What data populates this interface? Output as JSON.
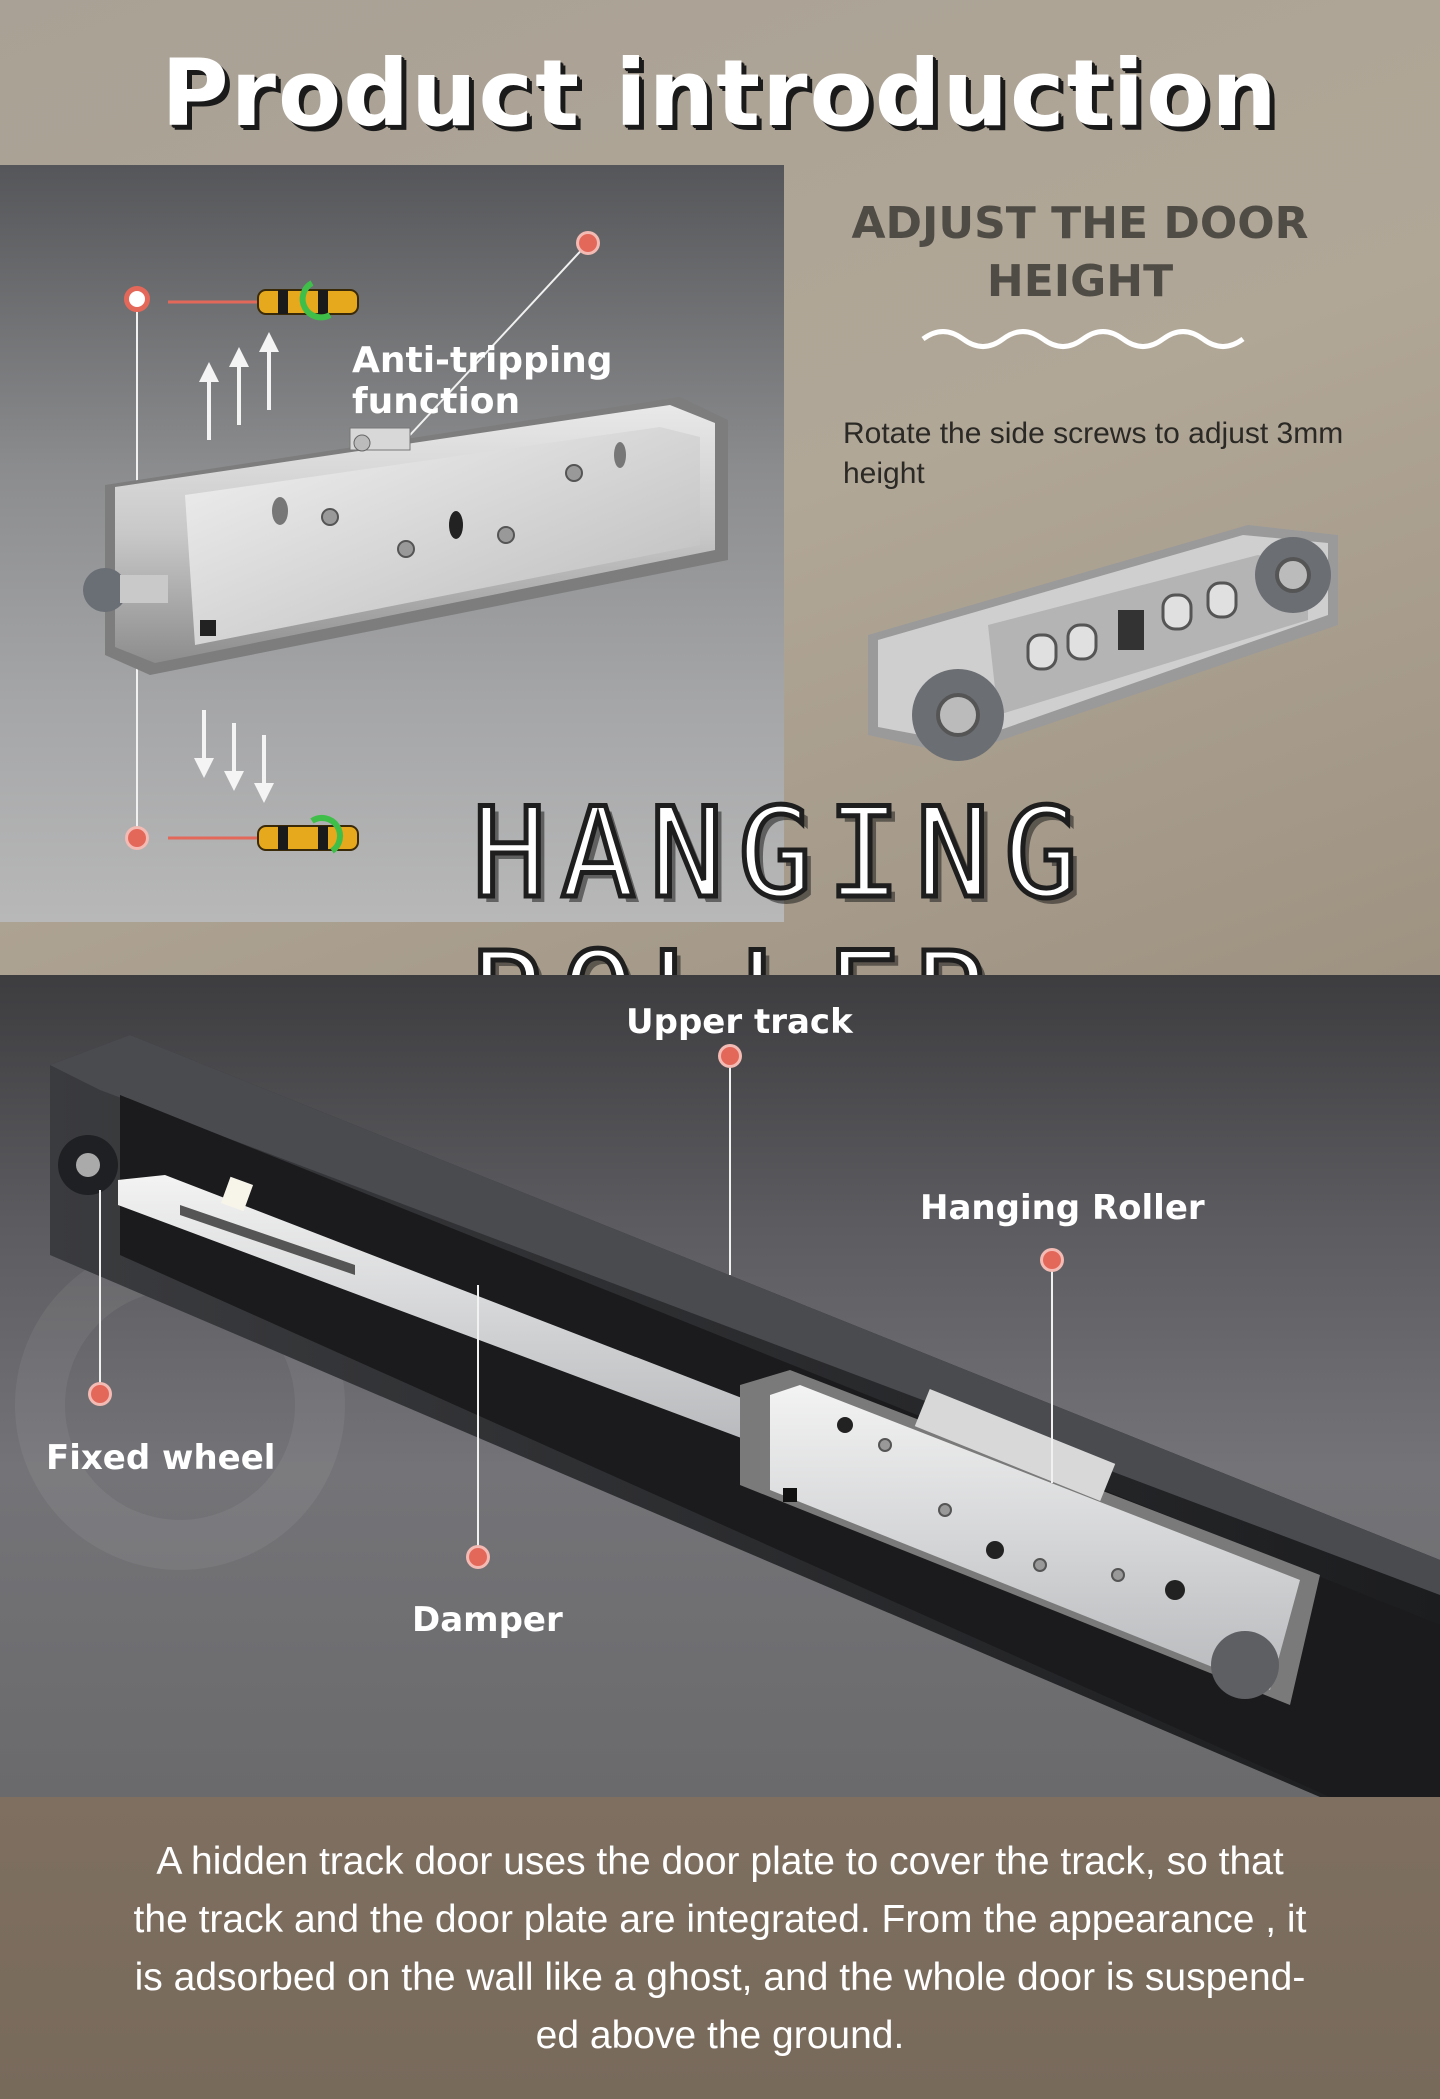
{
  "header": {
    "title": "Product introduction"
  },
  "anti_tripping": {
    "label": "Anti-tripping function"
  },
  "adjust": {
    "title_line1": "ADJUST THE DOOR",
    "title_line2": "HEIGHT",
    "description": "Rotate the side screws to adjust 3mm height"
  },
  "banner": {
    "text": "HANGING ROLLER"
  },
  "track_callouts": {
    "upper_track": "Upper track",
    "hanging_roller": "Hanging Roller",
    "fixed_wheel": "Fixed wheel",
    "damper": "Damper"
  },
  "bottom": {
    "paragraph_line1": "A hidden track door uses the door plate to  cover the track, so that",
    "paragraph_line2": "the track and the door plate are integrated. From the appearance ,  it",
    "paragraph_line3": "is adsorbed on the wall like a ghost, and the whole door is suspend-",
    "paragraph_line4": "ed above the ground."
  },
  "colors": {
    "accent_dot": "#e4685a",
    "title_shadow": "#1a1a1a",
    "adjust_title": "#4f4b45"
  },
  "icons": [
    "screwdriver-icon",
    "arrow-up-icon",
    "arrow-down-icon",
    "rotate-icon",
    "wave-divider"
  ]
}
